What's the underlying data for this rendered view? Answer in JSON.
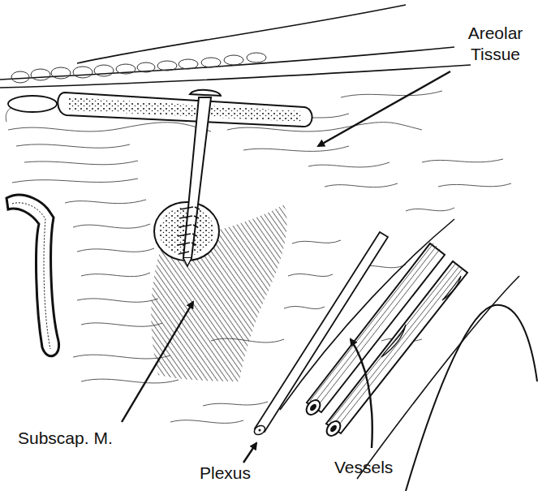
{
  "diagram": {
    "labels": [
      "Areolar Tissue",
      "Subscap. M.",
      "Plexus",
      "Vessels"
    ]
  }
}
